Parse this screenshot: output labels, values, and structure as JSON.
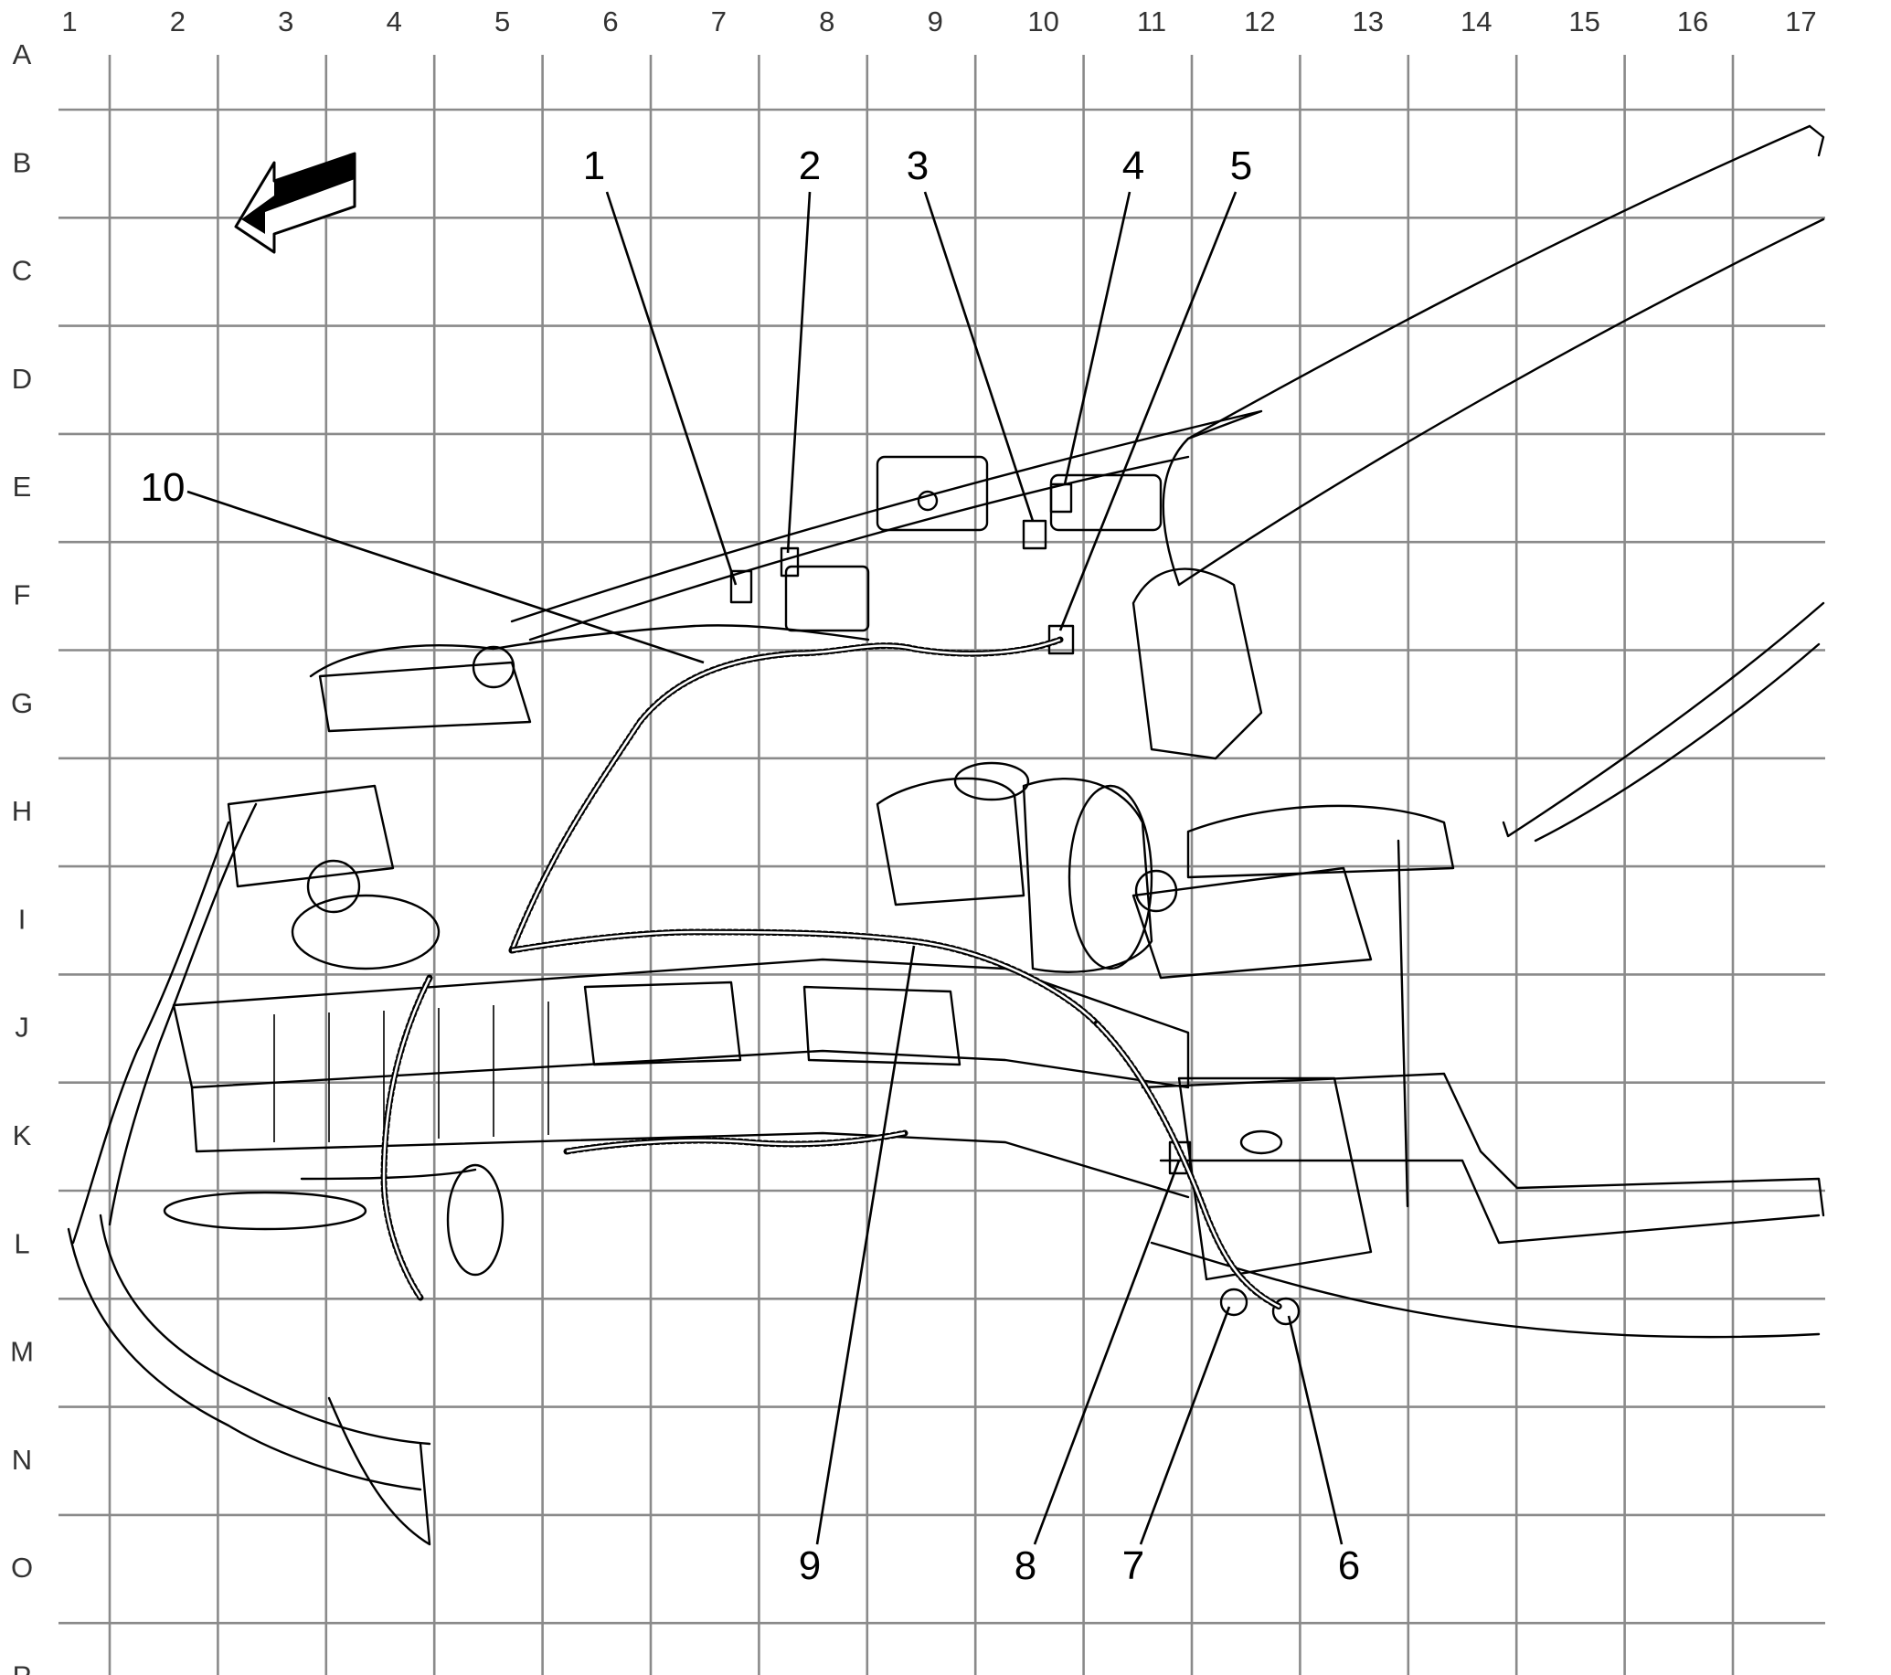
{
  "grid": {
    "columns": [
      "1",
      "2",
      "3",
      "4",
      "5",
      "6",
      "7",
      "8",
      "9",
      "10",
      "11",
      "12",
      "13",
      "14",
      "15",
      "16",
      "17"
    ],
    "rows": [
      "A",
      "B",
      "C",
      "D",
      "E",
      "F",
      "G",
      "H",
      "I",
      "J",
      "K",
      "L",
      "M",
      "N",
      "O",
      "P"
    ]
  },
  "callouts": [
    {
      "label": "1"
    },
    {
      "label": "2"
    },
    {
      "label": "3"
    },
    {
      "label": "4"
    },
    {
      "label": "5"
    },
    {
      "label": "6"
    },
    {
      "label": "7"
    },
    {
      "label": "8"
    },
    {
      "label": "9"
    },
    {
      "label": "10"
    }
  ],
  "orientation_arrow": {
    "icon": "forward-direction-arrow-icon"
  },
  "colors": {
    "line": "#000000",
    "grid": "#8a8a8a",
    "background": "#ffffff"
  }
}
